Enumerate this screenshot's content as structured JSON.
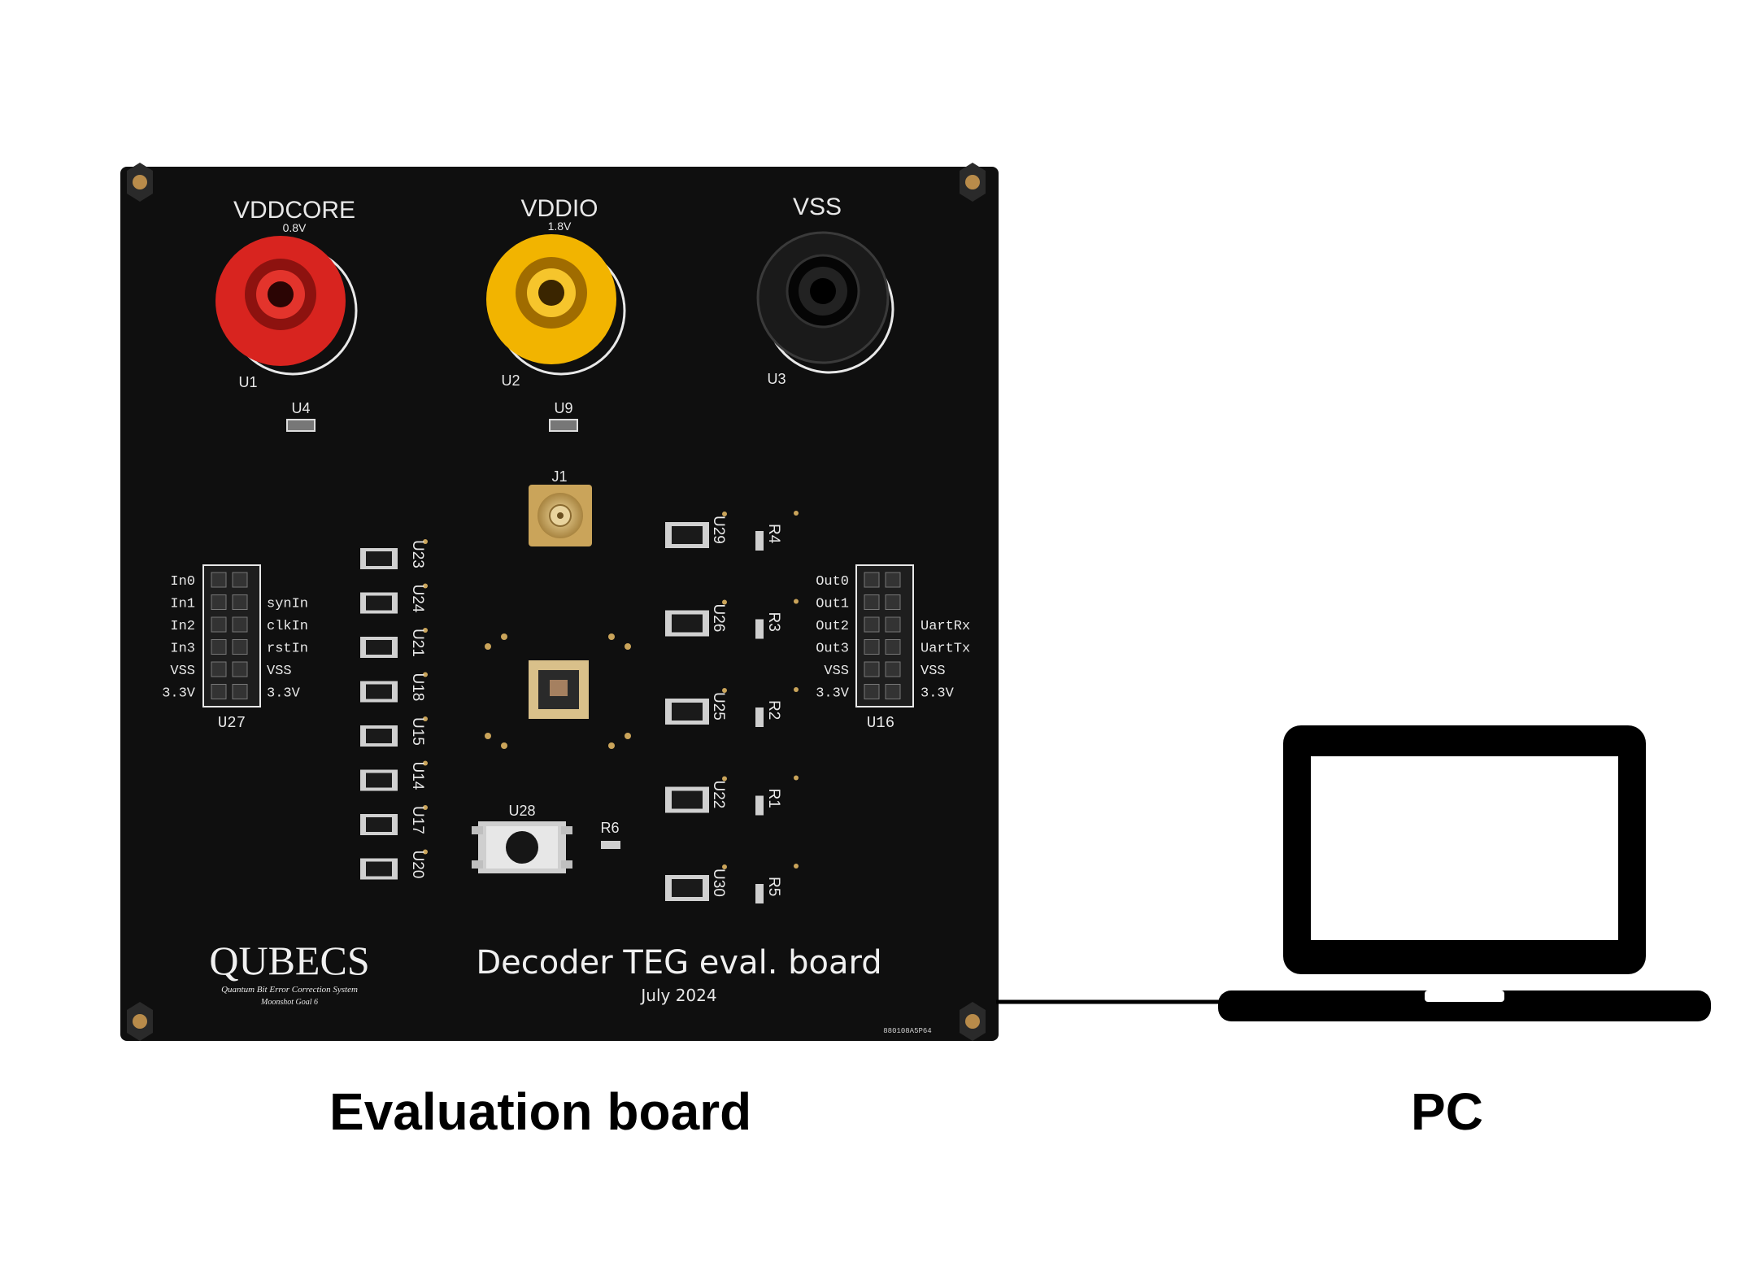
{
  "board": {
    "connectors": [
      {
        "label": "VDDCORE",
        "voltage": "0.8V",
        "ref": "U1",
        "color": "#d8241f"
      },
      {
        "label": "VDDIO",
        "voltage": "1.8V",
        "ref": "U2",
        "color": "#f2b400"
      },
      {
        "label": "VSS",
        "voltage": "",
        "ref": "U3",
        "color": "#111111"
      }
    ],
    "regulators": [
      "U4",
      "U9"
    ],
    "sma_ref": "J1",
    "left_header": {
      "ref": "U27",
      "left_labels": [
        "In0",
        "In1",
        "In2",
        "In3",
        "VSS",
        "3.3V"
      ],
      "right_labels": [
        "",
        "synIn",
        "clkIn",
        "rstIn",
        "VSS",
        "3.3V"
      ]
    },
    "right_header": {
      "ref": "U16",
      "left_labels": [
        "Out0",
        "Out1",
        "Out2",
        "Out3",
        "VSS",
        "3.3V"
      ],
      "right_labels": [
        "",
        "",
        "UartRx",
        "UartTx",
        "VSS",
        "3.3V"
      ]
    },
    "left_ic_column": [
      "U23",
      "U24",
      "U21",
      "U18",
      "U15",
      "U14",
      "U17",
      "U20"
    ],
    "right_ic_column": [
      "U29",
      "U26",
      "U25",
      "U22",
      "U30"
    ],
    "right_resistors": [
      "R4",
      "R3",
      "R2",
      "R1",
      "R5"
    ],
    "button_ref": "U28",
    "button_resistor": "R6",
    "logo_text": "QUBECS",
    "logo_sub1": "Quantum Bit Error Correction System",
    "logo_sub2": "Moonshot Goal 6",
    "title": "Decoder TEG eval. board",
    "date": "July 2024",
    "serial": "880108A5P64"
  },
  "captions": {
    "board": "Evaluation board",
    "pc": "PC"
  },
  "colors": {
    "pcb": "#0f0f0f",
    "silkscreen": "#e8e8e8",
    "gold": "#caa45a",
    "laptop": "#000000"
  }
}
